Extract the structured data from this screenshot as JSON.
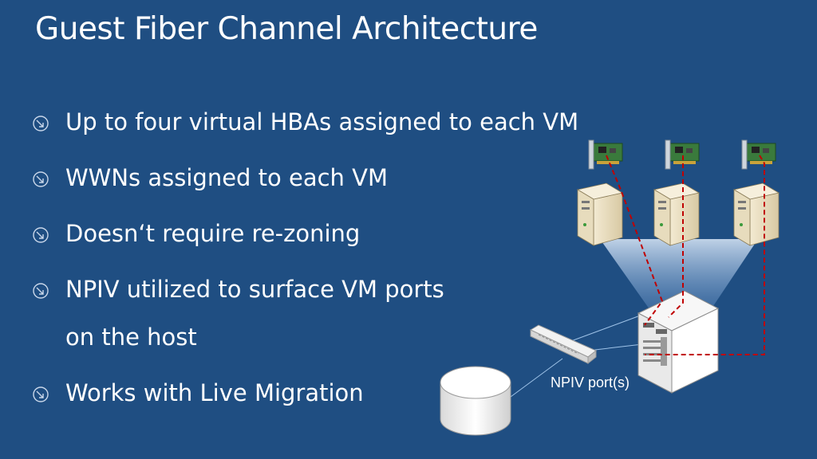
{
  "title": "Guest Fiber Channel Architecture",
  "bullets": [
    "Up to four virtual HBAs assigned to each VM",
    "WWNs assigned to each VM",
    "Doesn‘t require re-zoning",
    "NPIV utilized to surface VM ports",
    "on the host",
    "Works with Live Migration"
  ],
  "diagram": {
    "npiv_label": "NPIV port(s)"
  },
  "colors": {
    "background": "#1f4e82",
    "fc_path": "#c00000"
  }
}
